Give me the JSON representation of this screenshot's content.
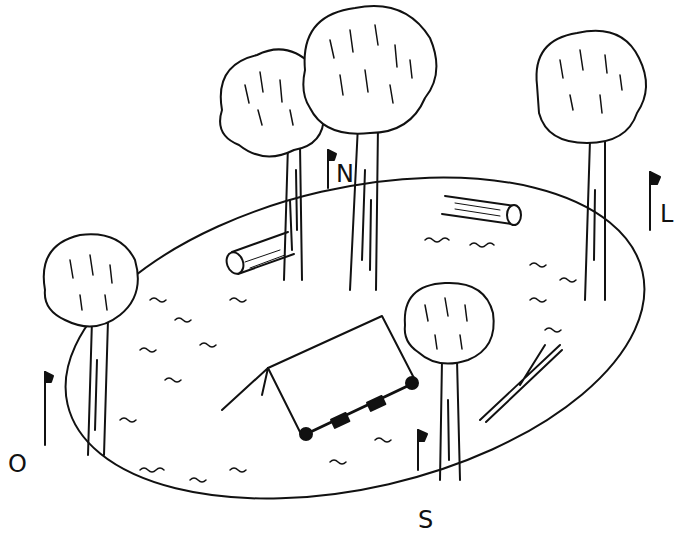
{
  "diagram": {
    "labels": [
      "N",
      "L",
      "O",
      "S"
    ]
  }
}
